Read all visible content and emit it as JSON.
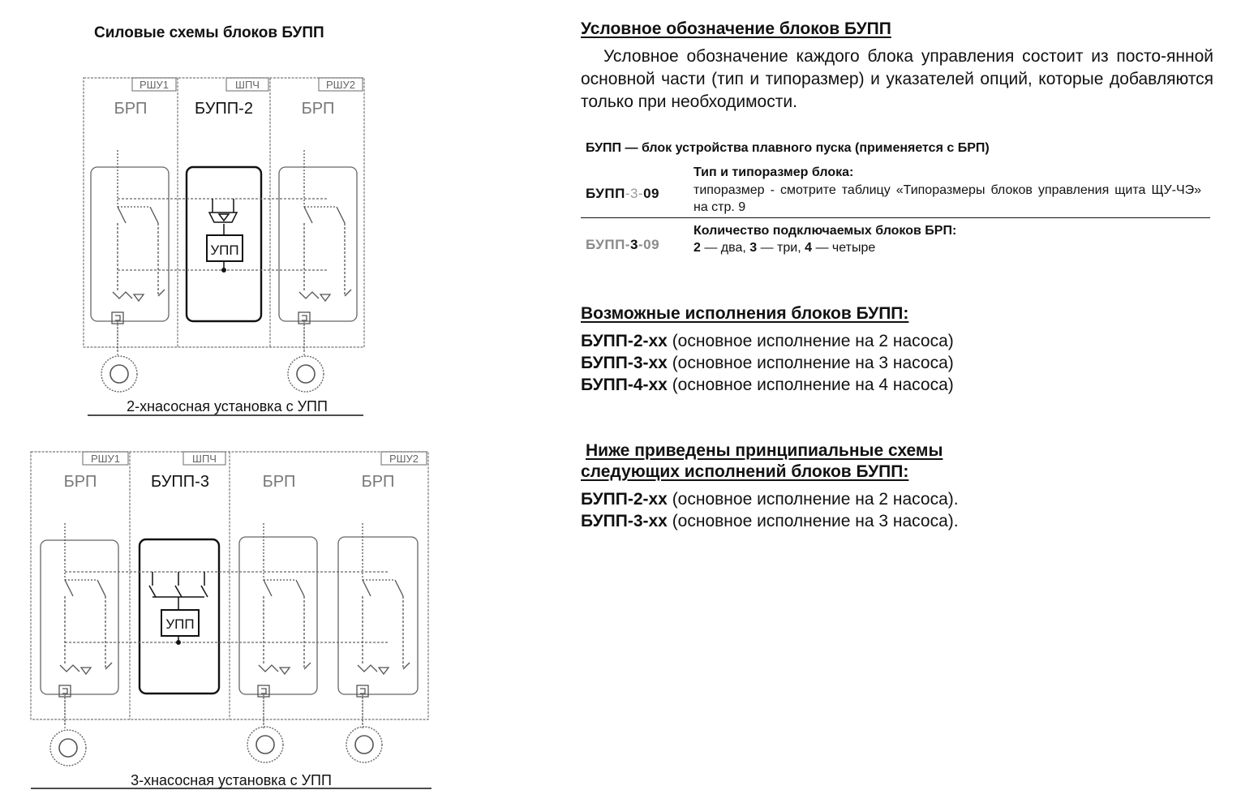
{
  "left": {
    "title": "Силовые схемы блоков БУПП",
    "diagram1": {
      "headers": [
        "РШУ1",
        "ШПЧ",
        "РШУ2"
      ],
      "blocks": [
        "БРП",
        "БУПП-2",
        "БРП"
      ],
      "upp_label": "УПП",
      "caption": "2-хнасосная установка с УПП"
    },
    "diagram2": {
      "headers": [
        "РШУ1",
        "ШПЧ",
        "РШУ2"
      ],
      "blocks": [
        "БРП",
        "БУПП-3",
        "БРП",
        "БРП"
      ],
      "upp_label": "УПП",
      "caption": "3-хнасосная установка с УПП"
    }
  },
  "right": {
    "cond_title": "Условное обозначение блоков БУПП",
    "cond_para": "Условное обозначение каждого блока управления состоит из посто-янной основной части (тип и типоразмер) и указателей опций, которые добавляются только при необходимости.",
    "bupp_def": "БУПП — блок устройства плавного пуска (применяется с БРП)",
    "opt1": {
      "code_a": "БУПП",
      "code_b": "-3-",
      "code_c": "09",
      "title": "Тип и типоразмер блока:",
      "desc": "типоразмер - смотрите таблицу «Типоразмеры блоков управления щита ЩУ-ЧЭ» на стр. 9"
    },
    "opt2": {
      "code_a": "БУПП-",
      "code_b": "3",
      "code_c": "-09",
      "title": "Количество подключаемых блоков БРП:",
      "n2": "2",
      "t2": " — два, ",
      "n3": "3",
      "t3": " — три, ",
      "n4": "4",
      "t4": " — четыре"
    },
    "variants_title": "Возможные исполнения блоков БУПП:",
    "variants": [
      {
        "code": "БУПП-2-хх",
        "desc": " (основное исполнение на 2 насоса)"
      },
      {
        "code": "БУПП-3-хх",
        "desc": " (основное исполнение на 3 насоса)"
      },
      {
        "code": "БУПП-4-хх",
        "desc": " (основное исполнение на 4 насоса)"
      }
    ],
    "schemes_title_1": "Ниже приведены принципиальные схемы",
    "schemes_title_2": "следующих исполнений блоков БУПП:",
    "schemes": [
      {
        "code": "БУПП-2-хх",
        "desc": " (основное исполнение на 2 насоса)."
      },
      {
        "code": "БУПП-3-хх",
        "desc": " (основное исполнение на 3 насоса)."
      }
    ]
  }
}
